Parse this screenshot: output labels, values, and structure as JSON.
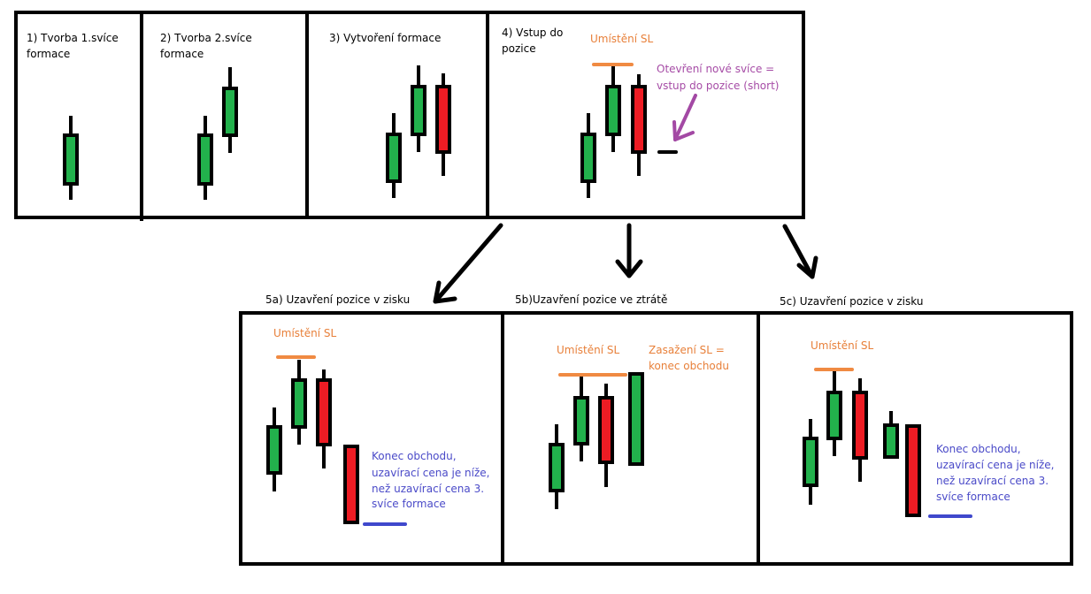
{
  "colors": {
    "bull": "#22b14c",
    "bear": "#ed1c24",
    "frame": "#000000",
    "sl_line": "#f08a42",
    "close_line": "#3f48cc",
    "purple": "#a349a4"
  },
  "steps": [
    {
      "lines": [
        "1) Tvorba 1.svíce",
        "formace"
      ]
    },
    {
      "lines": [
        "2) Tvorba 2.svíce",
        "formace"
      ]
    },
    {
      "lines": [
        "3) Vytvoření formace"
      ]
    },
    {
      "lines": [
        "4) Vstup do",
        "pozice"
      ]
    }
  ],
  "step4": {
    "sl_label": "Umístění SL",
    "entry_note": [
      "Otevření nové svíce =",
      "vstup do pozice (short)"
    ]
  },
  "outcomes": [
    {
      "title": "5a) Uzavření pozice v zisku",
      "sl_label": "Umístění SL",
      "note": [
        "Konec obchodu,",
        "uzavírací cena je níže,",
        "než uzavírací cena 3.",
        "svíce formace"
      ]
    },
    {
      "title": "5b)Uzavření pozice ve ztrátě",
      "sl_label": "Umístění SL",
      "note": [
        "Zasažení SL =",
        "konec obchodu"
      ]
    },
    {
      "title": "5c) Uzavření pozice v zisku",
      "sl_label": "Umístění SL",
      "note": [
        "Konec obchodu,",
        "uzavírací cena je níže,",
        "než uzavírací cena 3.",
        "svíce formace"
      ]
    }
  ]
}
